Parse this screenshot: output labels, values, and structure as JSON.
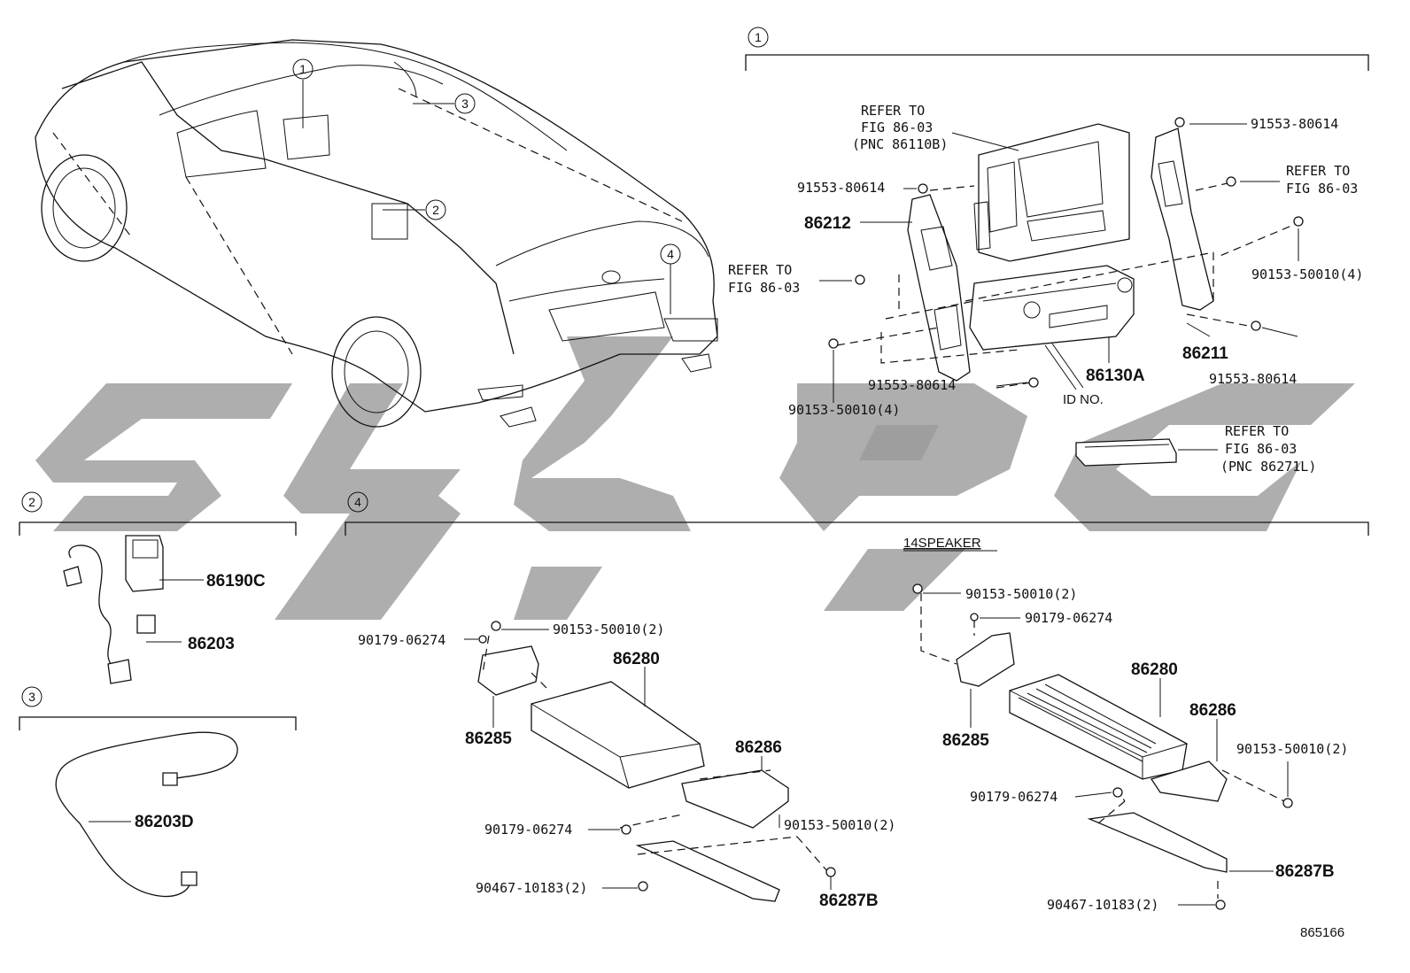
{
  "section_markers": {
    "car_callout_1": "1",
    "car_callout_2": "2",
    "car_callout_3": "3",
    "car_callout_4": "4",
    "group_1": "1",
    "group_2": "2",
    "group_3": "3",
    "group_4": "4"
  },
  "group_1": {
    "refer_top_line1": "REFER TO",
    "refer_top_line2": "FIG 86-03",
    "refer_top_line3": "(PNC 86110B)",
    "bolt_top_right": "91553-80614",
    "refer_right_line1": "REFER TO",
    "refer_right_line2": "FIG 86-03",
    "bolt_left": "91553-80614",
    "bracket_left": "86212",
    "refer_left_line1": "REFER TO",
    "refer_left_line2": "FIG 86-03",
    "screw_right": "90153-50010(4)",
    "bracket_right": "86211",
    "bolt_bottom_center": "91553-80614",
    "radio_unit": "86130A",
    "id_no": "ID NO.",
    "bolt_bottom_right": "91553-80614",
    "screw_bottom_left": "90153-50010(4)",
    "refer_module_line1": "REFER TO",
    "refer_module_line2": "FIG 86-03",
    "refer_module_line3": "(PNC 86271L)"
  },
  "group_2": {
    "switch": "86190C",
    "wire": "86203"
  },
  "group_3": {
    "wire": "86203D"
  },
  "group_4": {
    "variant_title": "14SPEAKER",
    "left": {
      "nut": "90179-06274",
      "screw_top": "90153-50010(2)",
      "amp": "86280",
      "bracket_front": "86285",
      "bracket_rear": "86286",
      "nut_lower": "90179-06274",
      "screw_lower": "90153-50010(2)",
      "clip": "90467-10183(2)",
      "stay": "86287B"
    },
    "right": {
      "screw_top": "90153-50010(2)",
      "nut_top": "90179-06274",
      "amp": "86280",
      "bracket_rear": "86286",
      "bracket_front": "86285",
      "screw_side": "90153-50010(2)",
      "nut_lower": "90179-06274",
      "stay": "86287B",
      "clip": "90467-10183(2)"
    }
  },
  "footer": {
    "figure_id": "865166"
  }
}
